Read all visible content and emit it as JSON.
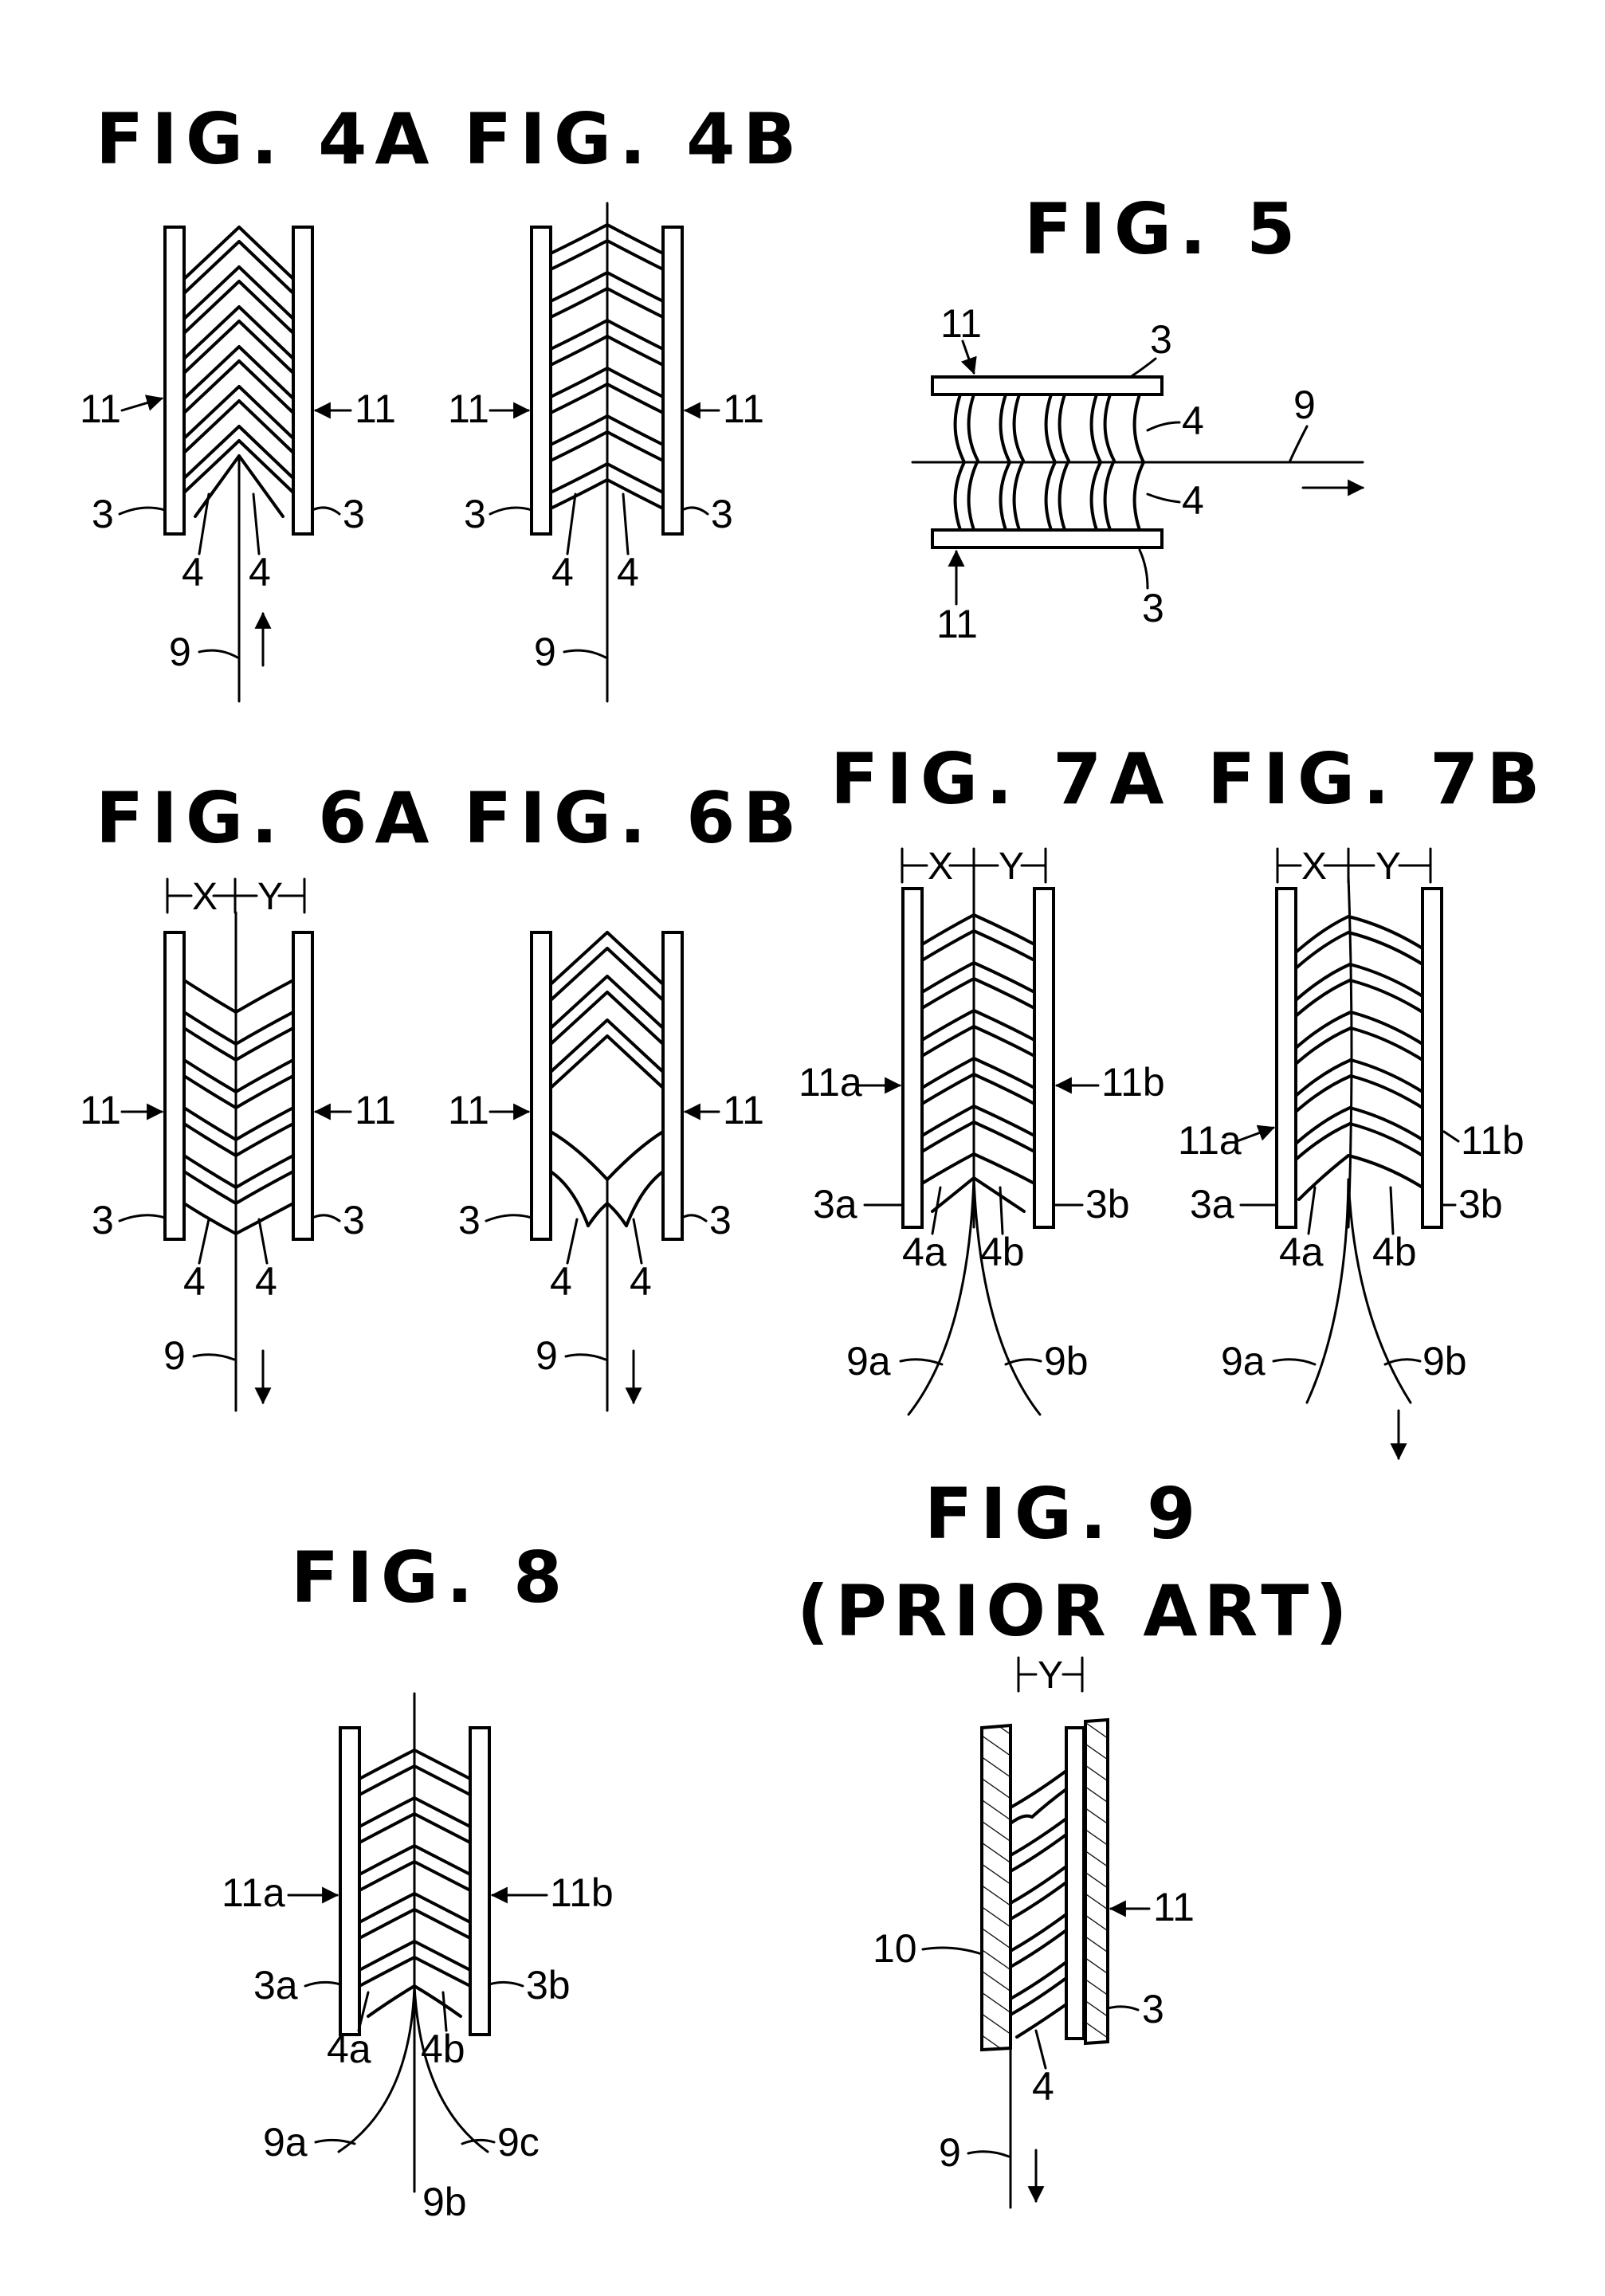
{
  "figures": {
    "fig4a": {
      "title": "FIG. 4A",
      "labels": {
        "frame_l": "11",
        "frame_r": "11",
        "plate_l": "3",
        "plate_r": "3",
        "blade_l": "4",
        "blade_r": "4",
        "fiber": "9"
      }
    },
    "fig4b": {
      "title": "FIG. 4B",
      "labels": {
        "frame_l": "11",
        "frame_r": "11",
        "plate_l": "3",
        "plate_r": "3",
        "blade_l": "4",
        "blade_r": "4",
        "fiber": "9"
      }
    },
    "fig5": {
      "title": "FIG. 5",
      "labels": {
        "frame_top": "11",
        "frame_bot": "11",
        "plate_top": "3",
        "plate_bot": "3",
        "blade_top": "4",
        "blade_bot": "4",
        "fiber": "9"
      }
    },
    "fig6a": {
      "title": "FIG. 6A",
      "labels": {
        "x": "X",
        "y": "Y",
        "frame_l": "11",
        "frame_r": "11",
        "plate_l": "3",
        "plate_r": "3",
        "blade_l": "4",
        "blade_r": "4",
        "fiber": "9"
      }
    },
    "fig6b": {
      "title": "FIG. 6B",
      "labels": {
        "frame_l": "11",
        "frame_r": "11",
        "plate_l": "3",
        "plate_r": "3",
        "blade_l": "4",
        "blade_r": "4",
        "fiber": "9"
      }
    },
    "fig7a": {
      "title": "FIG. 7A",
      "labels": {
        "x": "X",
        "y": "Y",
        "frame_l": "11a",
        "frame_r": "11b",
        "plate_l": "3a",
        "plate_r": "3b",
        "blade_l": "4a",
        "blade_r": "4b",
        "fiber_l": "9a",
        "fiber_r": "9b"
      }
    },
    "fig7b": {
      "title": "FIG. 7B",
      "labels": {
        "x": "X",
        "y": "Y",
        "frame_l": "11a",
        "frame_r": "11b",
        "plate_l": "3a",
        "plate_r": "3b",
        "blade_l": "4a",
        "blade_r": "4b",
        "fiber_l": "9a",
        "fiber_r": "9b"
      }
    },
    "fig8": {
      "title": "FIG. 8",
      "labels": {
        "frame_l": "11a",
        "frame_r": "11b",
        "plate_l": "3a",
        "plate_r": "3b",
        "blade_l": "4a",
        "blade_r": "4b",
        "fiber_l": "9a",
        "fiber_m": "9b",
        "fiber_r": "9c"
      }
    },
    "fig9": {
      "title": "FIG. 9",
      "subtitle": "(PRIOR ART)",
      "labels": {
        "y": "Y",
        "frame": "11",
        "block": "10",
        "plate": "3",
        "blade": "4",
        "fiber": "9"
      }
    }
  }
}
